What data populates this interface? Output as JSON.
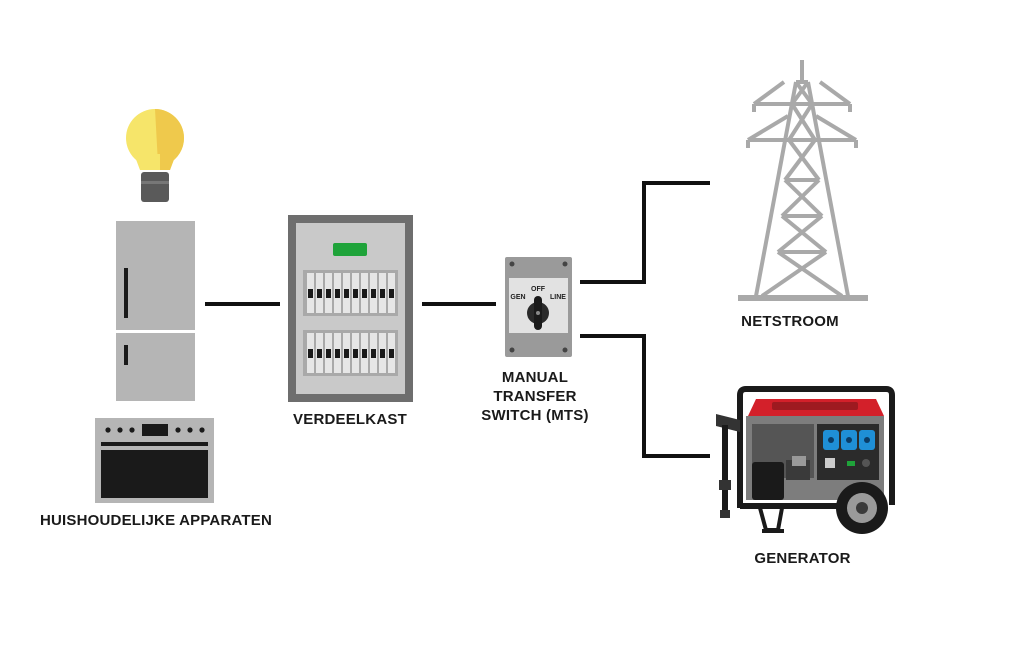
{
  "diagram": {
    "labels": {
      "appliances": "HUISHOUDELIJKE APPARATEN",
      "panel": "VERDEELKAST",
      "mts_line1": "MANUAL",
      "mts_line2": "TRANSFER",
      "mts_line3": "SWITCH (MTS)",
      "grid": "NETSTROOM",
      "generator": "GENERATOR"
    },
    "switch_positions": {
      "gen": "GEN",
      "off": "OFF",
      "line": "LINE"
    },
    "colors": {
      "wire": "#111111",
      "appliance_grey": "#b5b5b5",
      "panel_frame": "#6e6e6e",
      "indicator_green": "#1fa33a",
      "bulb_yellow": "#f6e56a",
      "tower_grey": "#a9a9a9",
      "generator_red": "#d3202a",
      "outlet_blue": "#1f8fd6"
    }
  }
}
